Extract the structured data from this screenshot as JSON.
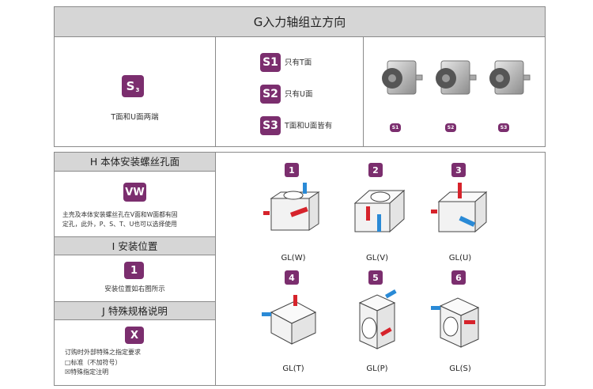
{
  "section_g": {
    "title": "G入力轴组立方向",
    "s3_badge": "S",
    "s3_sub": "3",
    "s3_desc": "T面和U面两端",
    "options": [
      {
        "badge": "S1",
        "label": "只有T面"
      },
      {
        "badge": "S2",
        "label": "只有U面"
      },
      {
        "badge": "S3",
        "label": "T面和U面皆有"
      }
    ],
    "photo_labels": [
      "S1",
      "S2",
      "S3"
    ]
  },
  "section_h": {
    "title": "H 本体安装螺丝孔面",
    "badge": "VW",
    "desc_line1": "主壳及本体安装螺丝孔在V面和W面都有固",
    "desc_line2": "定孔，此外，P、S、T、U也可以选择使用"
  },
  "section_i": {
    "title": "I 安装位置",
    "badge": "1",
    "desc": "安装位置如右图所示"
  },
  "section_j": {
    "title": "J 特殊规格说明",
    "badge": "X",
    "line1": "订购时外部特殊之指定要求",
    "line2": "□标准（不加符号）",
    "line3": "☒特殊指定注明"
  },
  "positions": [
    {
      "num": "1",
      "label": "GL(W)"
    },
    {
      "num": "2",
      "label": "GL(V)"
    },
    {
      "num": "3",
      "label": "GL(U)"
    },
    {
      "num": "4",
      "label": "GL(T)"
    },
    {
      "num": "5",
      "label": "GL(P)"
    },
    {
      "num": "6",
      "label": "GL(S)"
    }
  ],
  "colors": {
    "badge": "#7b2e6e",
    "header": "#d6d6d6",
    "red_shaft": "#d6232b",
    "blue_shaft": "#2a8ad6"
  }
}
